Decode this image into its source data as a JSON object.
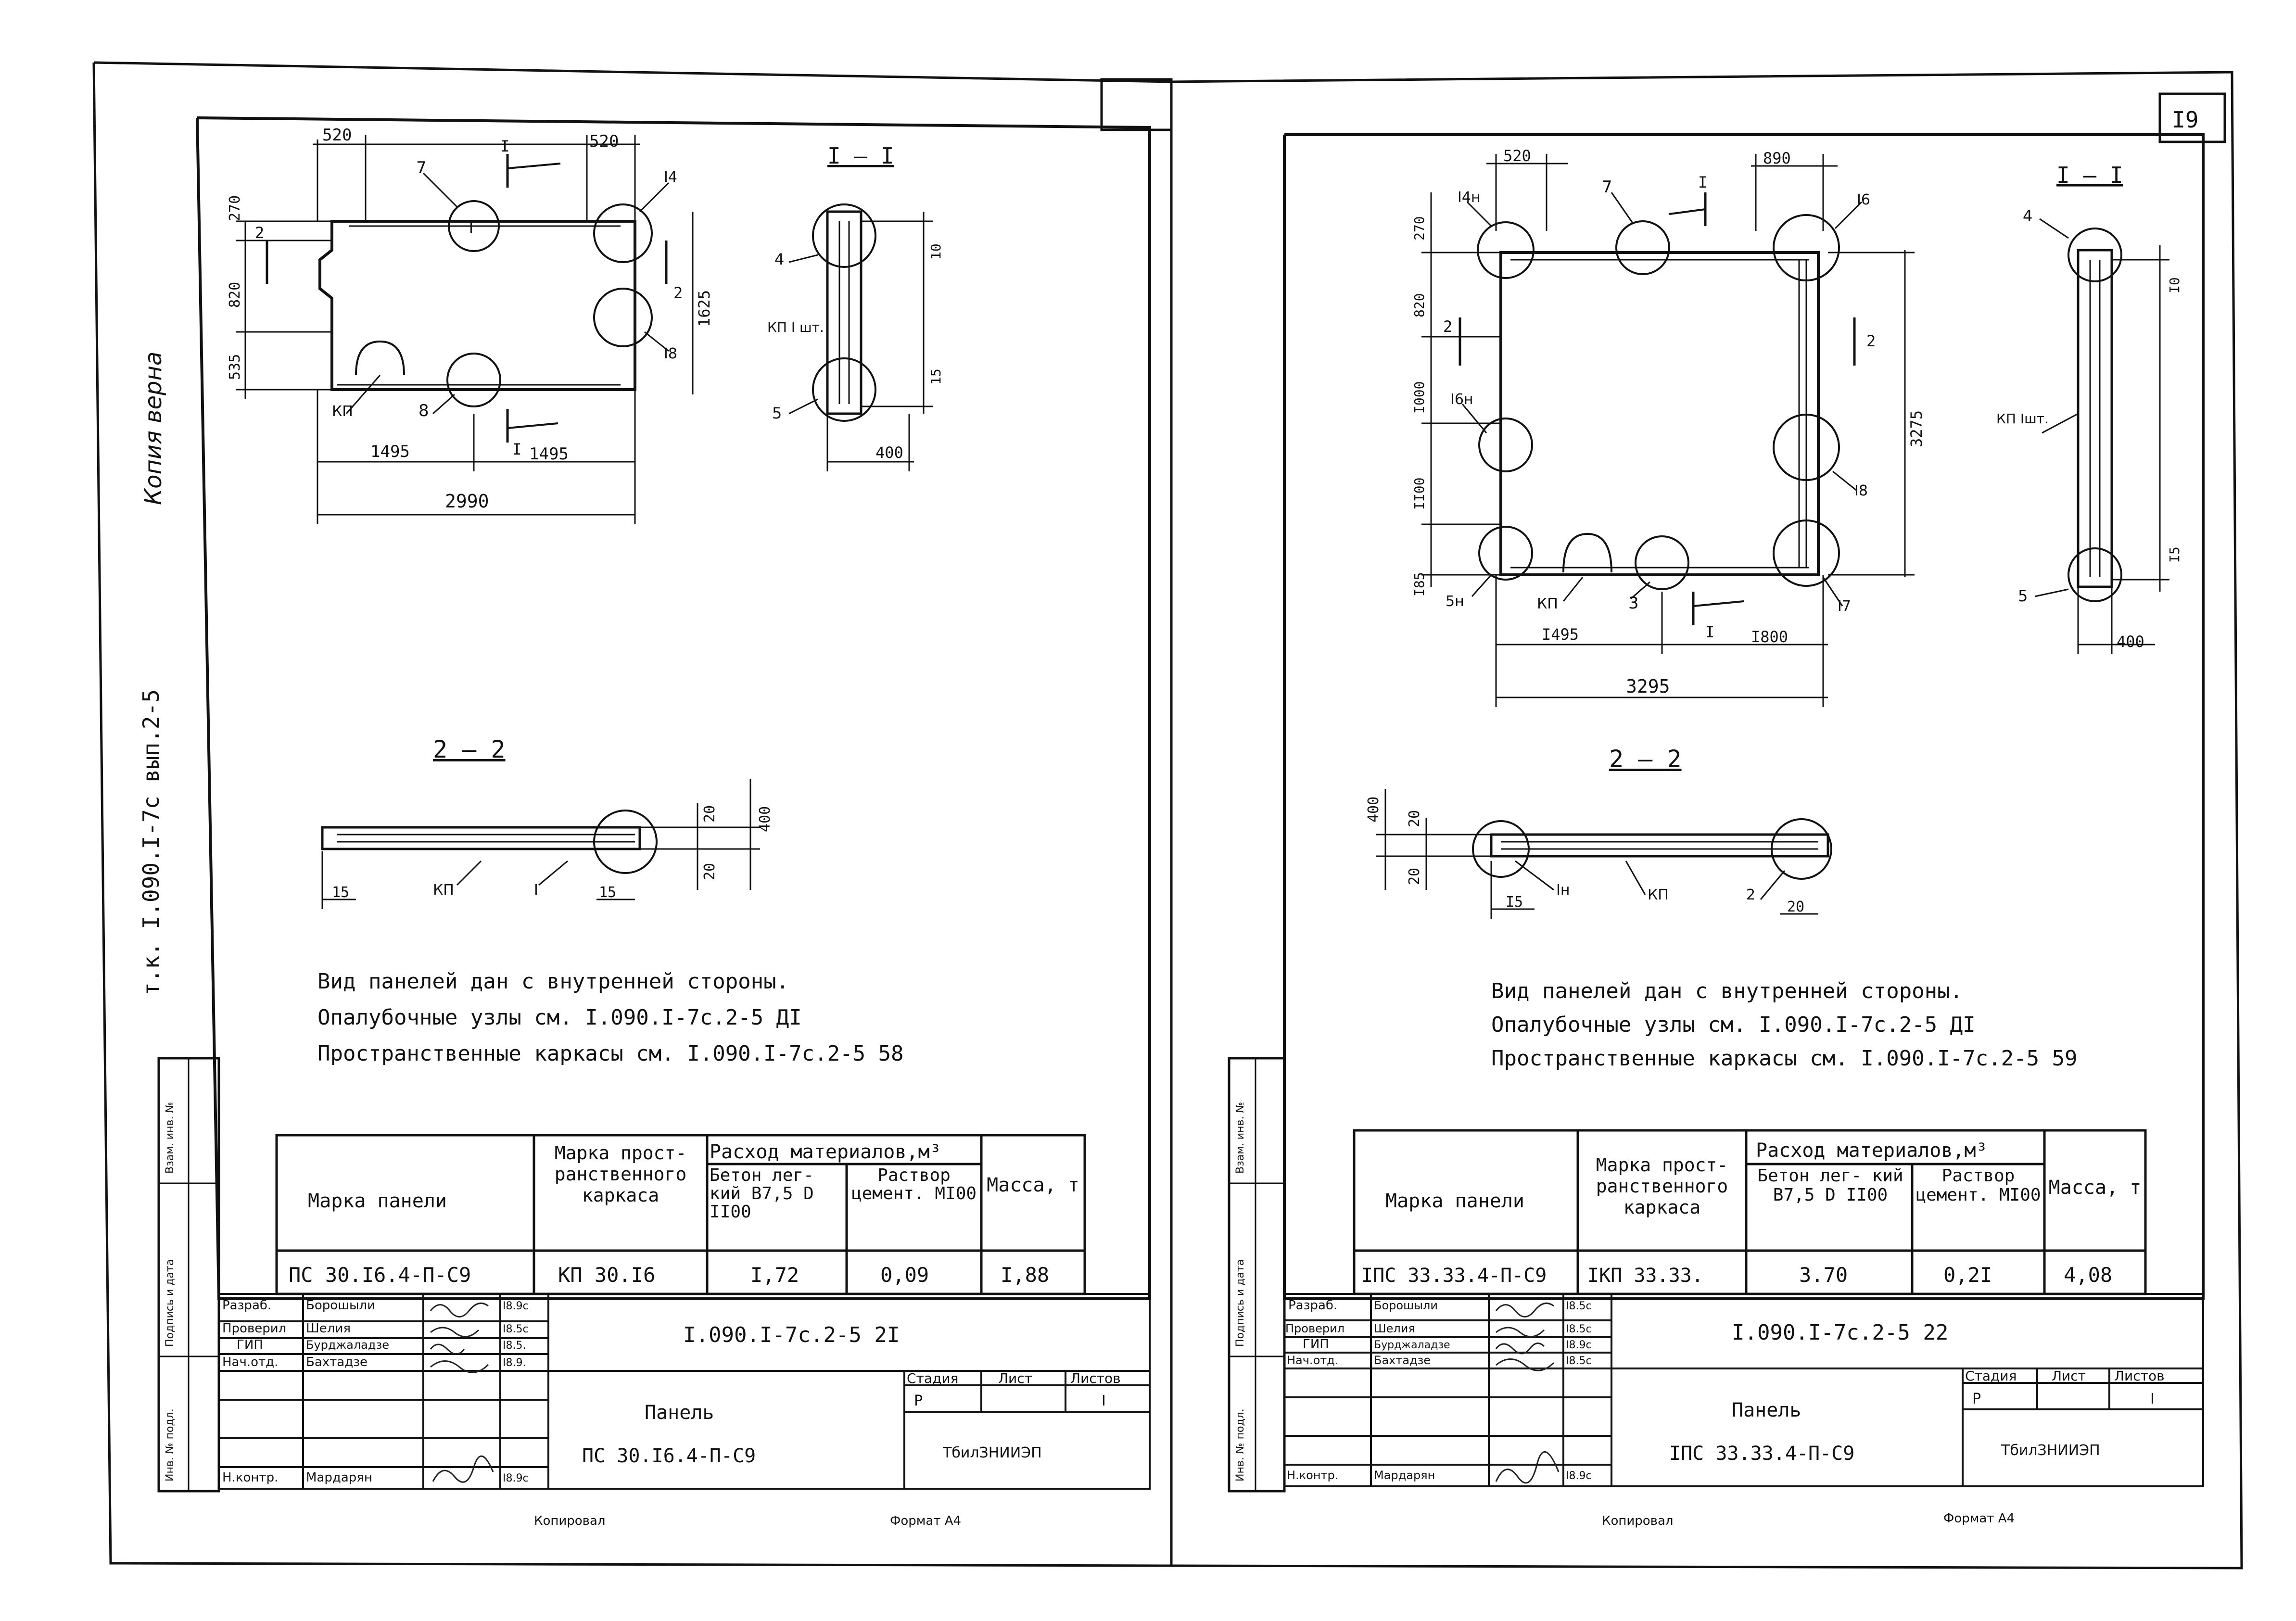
{
  "page": {
    "copy_stamp": "Копия верна",
    "album_ref": "т.к. I.090.I-7с вып.2-5",
    "sheet_number": "I9",
    "copied_label": "Копировал",
    "format_label": "Формат А4"
  },
  "side_columns": [
    "Взам. инв. №",
    "Подпись и дата",
    "Инв. № подл."
  ],
  "left_sheet": {
    "section_label": "I – I",
    "section22_label": "2 – 2",
    "cut_labels": [
      "I",
      "I",
      "2",
      "2"
    ],
    "dims": {
      "top_left": "520",
      "top_right": "520",
      "h1": "270",
      "h2": "820",
      "h3": "535",
      "height": "1625",
      "bottom_left": "1495",
      "bottom_right": "1495",
      "total": "2990",
      "sec_10": "10",
      "sec_15": "15",
      "sec_400": "400",
      "s22_400": "400",
      "s22_20a": "20",
      "s22_20b": "20",
      "s22_15a": "15",
      "s22_15b": "15"
    },
    "nodes": [
      "7",
      "I4",
      "I8",
      "8",
      "КП",
      "4",
      "5",
      "КП I шт.",
      "I"
    ],
    "notes": [
      "Вид панелей дан с внутренней стороны.",
      "Опалубочные узлы см. I.090.I-7с.2-5 ДI",
      "Пространственные каркасы см. I.090.I-7с.2-5 58"
    ],
    "table": {
      "col_panel": "Марка панели",
      "col_frame": "Марка прост- ранственного каркаса",
      "col_materials": "Расход материалов,м³",
      "col_concrete": "Бетон лег- кий В7,5 D II00",
      "col_mortar": "Раствор цемент. МI00",
      "col_mass": "Масса, т",
      "row": {
        "panel": "ПС 30.I6.4-П-С9",
        "frame": "КП 30.I6",
        "concrete": "I,72",
        "mortar": "0,09",
        "mass": "I,88"
      }
    },
    "title_block": {
      "roles": [
        "Разраб.",
        "Проверил",
        "ГИП",
        "Нач.отд.",
        "",
        "",
        "Н.контр."
      ],
      "names": [
        "Борошыли",
        "Шелия",
        "Бурджаладзе",
        "Бахтадзе",
        "",
        "",
        "Мардарян"
      ],
      "dates": [
        "I8.9с",
        "I8.5с",
        "I8.5.",
        "I8.9.",
        "",
        "",
        "I8.9с"
      ],
      "doc_code": "I.090.I-7с.2-5 2I",
      "name_title": "Панель",
      "name_mark": "ПС 30.I6.4-П-С9",
      "stage_label": "Стадия",
      "sheet_label": "Лист",
      "sheets_label": "Листов",
      "stage": "Р",
      "sheets": "I",
      "org": "ТбилЗНИИЭП"
    }
  },
  "right_sheet": {
    "section_label": "I – I",
    "section22_label": "2 – 2",
    "cut_labels": [
      "I",
      "I",
      "2",
      "2"
    ],
    "dims": {
      "top_left": "520",
      "top_right": "890",
      "h1": "270",
      "h2": "820",
      "h3": "I000",
      "h4": "II00",
      "h5": "I85",
      "height": "3275",
      "bottom_left": "I495",
      "bottom_right": "I800",
      "total": "3295",
      "sec_10": "I0",
      "sec_15": "I5",
      "sec_400": "400",
      "s22_400": "400",
      "s22_20a": "20",
      "s22_20b": "20",
      "s22_15": "I5",
      "s22_20c": "20"
    },
    "nodes": [
      "I4н",
      "7",
      "I6",
      "I6н",
      "I8",
      "I7",
      "5н",
      "КП",
      "3",
      "4",
      "КП Iшт.",
      "5",
      "Iн",
      "2"
    ],
    "notes": [
      "Вид панелей дан с внутренней стороны.",
      "Опалубочные узлы см. I.090.I-7с.2-5 ДI",
      "Пространственные каркасы см. I.090.I-7с.2-5 59"
    ],
    "table": {
      "col_panel": "Марка панели",
      "col_frame": "Марка прост- ранственного каркаса",
      "col_materials": "Расход материалов,м³",
      "col_concrete": "Бетон лег- кий В7,5 D II00",
      "col_mortar": "Раствор цемент. МI00",
      "col_mass": "Масса, т",
      "row": {
        "panel": "IПС 33.33.4-П-С9",
        "frame": "IКП 33.33.",
        "concrete": "3.70",
        "mortar": "0,2I",
        "mass": "4,08"
      }
    },
    "title_block": {
      "roles": [
        "Разраб.",
        "Проверил",
        "ГИП",
        "Нач.отд.",
        "",
        "",
        "Н.контр."
      ],
      "names": [
        "Борошыли",
        "Шелия",
        "Бурджаладзе",
        "Бахтадзе",
        "",
        "",
        "Мардарян"
      ],
      "dates": [
        "I8.5с",
        "I8.5с",
        "I8.9с",
        "I8.5с",
        "",
        "",
        "I8.9с"
      ],
      "doc_code": "I.090.I-7с.2-5 22",
      "name_title": "Панель",
      "name_mark": "IПС 33.33.4-П-С9",
      "stage_label": "Стадия",
      "sheet_label": "Лист",
      "sheets_label": "Листов",
      "stage": "Р",
      "sheets": "I",
      "org": "ТбилЗНИИЭП"
    }
  }
}
